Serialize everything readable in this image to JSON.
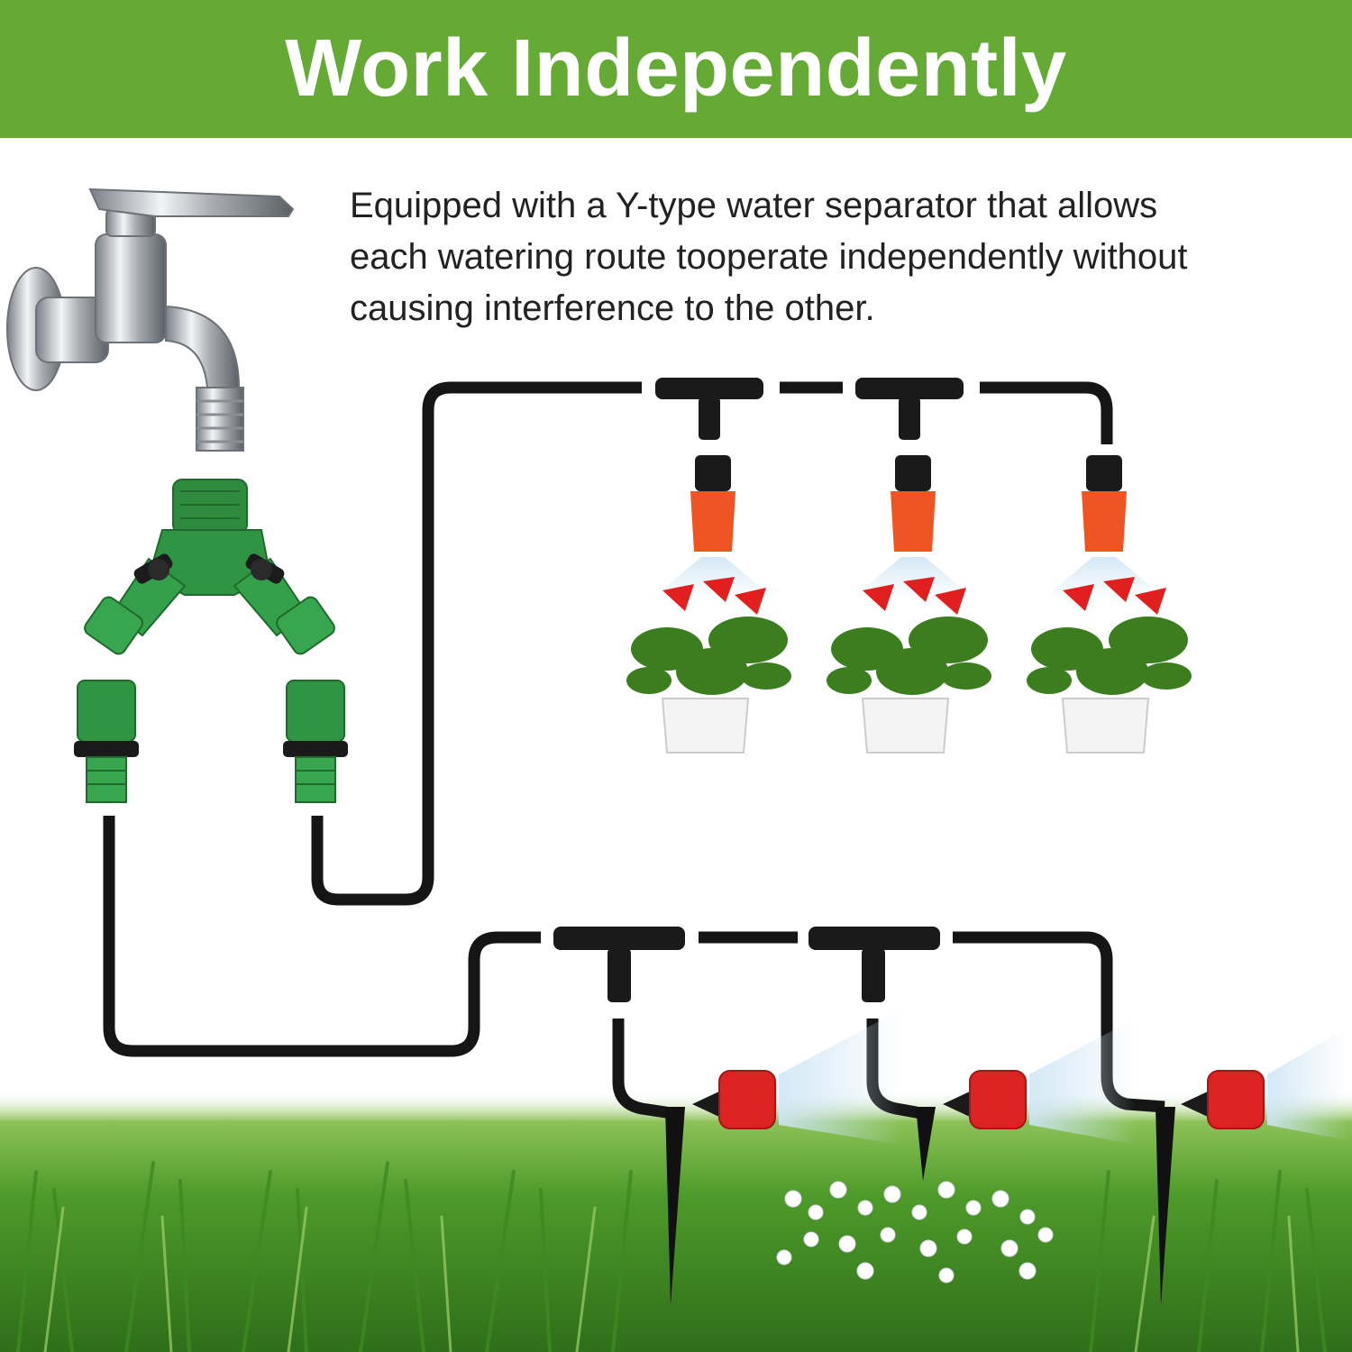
{
  "banner": {
    "title": "Work Independently",
    "color": "#66aa36"
  },
  "description": {
    "lines": [
      "Equipped with a Y-type water separator that allows",
      "each watering route tooperate independently without",
      "causing interference to the other."
    ]
  },
  "components": {
    "faucet": "faucet-icon",
    "splitter": "y-type-water-separator",
    "connectors": "quick-connector-icon",
    "tees": "tee-connector-icon",
    "nozzles": "orange-misting-nozzle",
    "drippers": "red-adjustable-dripper",
    "stakes": "ground-stake"
  },
  "colors": {
    "tube": "#151515",
    "splitter_green": "#2e8b3e",
    "nozzle_orange": "#ee5522",
    "dripper_red": "#dd2222",
    "grass": "#4e9a2a"
  }
}
